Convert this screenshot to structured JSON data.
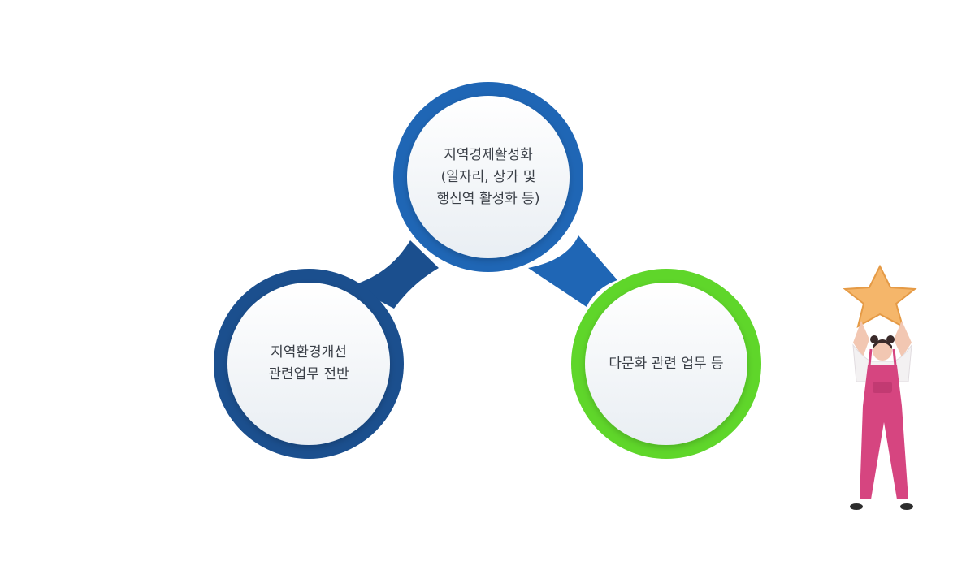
{
  "diagram": {
    "nodes": [
      {
        "id": "economy",
        "lines": [
          "지역경제활성화",
          "(일자리, 상가 및",
          "행신역 활성화 등)"
        ],
        "ring_color": "#1f66b5"
      },
      {
        "id": "environment",
        "lines": [
          "지역환경개선",
          "관련업무 전반"
        ],
        "ring_color": "#1b4f8e"
      },
      {
        "id": "multicultural",
        "lines": [
          "다문화 관련 업무 등"
        ],
        "ring_color": "#5fd62a"
      }
    ],
    "connectors": [
      {
        "from": "environment",
        "to": "economy",
        "color": "#1b4f8e"
      },
      {
        "from": "economy",
        "to": "multicultural",
        "color": "#1f66b5"
      }
    ]
  },
  "illustration": {
    "subject": "woman-holding-star",
    "star_color": "#f5b66a",
    "overalls_color": "#d64580"
  }
}
